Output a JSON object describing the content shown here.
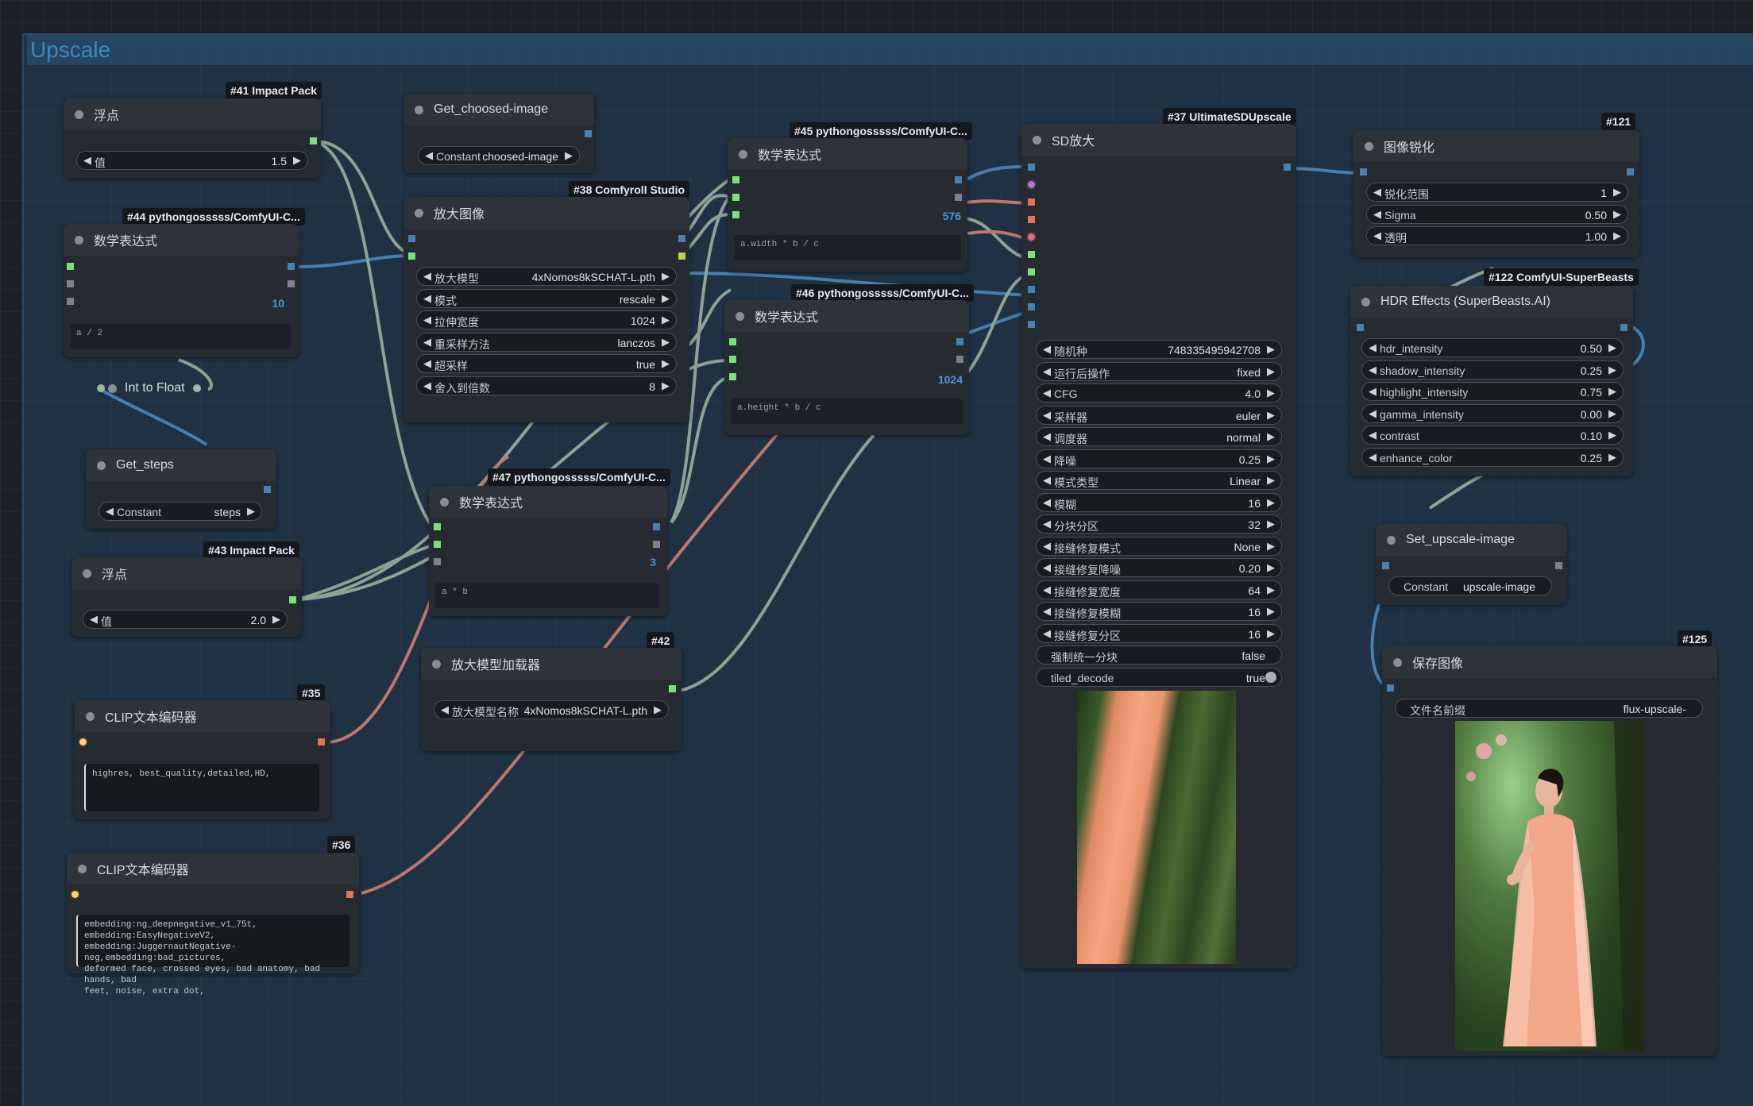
{
  "group": {
    "title": "Upscale"
  },
  "nodes": {
    "n41": {
      "badge": "#41 Impact Pack",
      "title": "浮点",
      "w_label": "值",
      "w_value": "1.5"
    },
    "getchoosed": {
      "title": "Get_choosed-image",
      "w_label": "Constant",
      "w_value": "choosed-image"
    },
    "n44": {
      "badge": "#44 pythongosssss/ComfyUI-C...",
      "title": "数学表达式",
      "out": "10",
      "expr": "a / 2"
    },
    "inttofloat": {
      "title": "Int to Float"
    },
    "getsteps": {
      "title": "Get_steps",
      "w_label": "Constant",
      "w_value": "steps"
    },
    "n43": {
      "badge": "#43 Impact Pack",
      "title": "浮点",
      "w_label": "值",
      "w_value": "2.0"
    },
    "n38": {
      "badge": "#38 Comfyroll Studio",
      "title": "放大图像",
      "widgets": [
        {
          "label": "放大模型",
          "value": "4xNomos8kSCHAT-L.pth"
        },
        {
          "label": "模式",
          "value": "rescale"
        },
        {
          "label": "拉伸宽度",
          "value": "1024"
        },
        {
          "label": "重采样方法",
          "value": "lanczos"
        },
        {
          "label": "超采样",
          "value": "true"
        },
        {
          "label": "舍入到倍数",
          "value": "8"
        }
      ]
    },
    "n47": {
      "badge": "#47 pythongosssss/ComfyUI-C...",
      "title": "数学表达式",
      "out": "3",
      "expr": "a * b"
    },
    "n42": {
      "badge": "#42",
      "title": "放大模型加载器",
      "w_label": "放大模型名称",
      "w_value": "4xNomos8kSCHAT-L.pth"
    },
    "n35": {
      "badge": "#35",
      "title": "CLIP文本编码器",
      "text": "highres, best_quality,detailed,HD,"
    },
    "n36": {
      "badge": "#36",
      "title": "CLIP文本编码器",
      "text": "embedding:ng_deepnegative_v1_75t, embedding:EasyNegativeV2,\nembedding:JuggernautNegative-neg,embedding:bad_pictures,\ndeformed face, crossed eyes, bad anatomy, bad hands, bad\nfeet, noise, extra dot,"
    },
    "n45": {
      "badge": "#45 pythongosssss/ComfyUI-C...",
      "title": "数学表达式",
      "out": "576",
      "expr": "a.width * b / c"
    },
    "n46": {
      "badge": "#46 pythongosssss/ComfyUI-C...",
      "title": "数学表达式",
      "out": "1024",
      "expr": "a.height * b / c"
    },
    "n37": {
      "badge": "#37 UltimateSDUpscale",
      "title": "SD放大",
      "widgets": [
        {
          "label": "随机种",
          "value": "748335495942708"
        },
        {
          "label": "运行后操作",
          "value": "fixed"
        },
        {
          "label": "CFG",
          "value": "4.0"
        },
        {
          "label": "采样器",
          "value": "euler"
        },
        {
          "label": "调度器",
          "value": "normal"
        },
        {
          "label": "降噪",
          "value": "0.25"
        },
        {
          "label": "模式类型",
          "value": "Linear"
        },
        {
          "label": "模糊",
          "value": "16"
        },
        {
          "label": "分块分区",
          "value": "32"
        },
        {
          "label": "接缝修复模式",
          "value": "None"
        },
        {
          "label": "接缝修复降噪",
          "value": "0.20"
        },
        {
          "label": "接缝修复宽度",
          "value": "64"
        },
        {
          "label": "接缝修复模糊",
          "value": "16"
        },
        {
          "label": "接缝修复分区",
          "value": "16"
        }
      ],
      "toggles": [
        {
          "label": "强制统一分块",
          "value": "false"
        },
        {
          "label": "tiled_decode",
          "value": "true"
        }
      ]
    },
    "n121": {
      "badge": "#121",
      "title": "图像锐化",
      "widgets": [
        {
          "label": "锐化范围",
          "value": "1"
        },
        {
          "label": "Sigma",
          "value": "0.50"
        },
        {
          "label": "透明",
          "value": "1.00"
        }
      ]
    },
    "n122": {
      "badge": "#122 ComfyUI-SuperBeasts",
      "title": "HDR Effects (SuperBeasts.AI)",
      "widgets": [
        {
          "label": "hdr_intensity",
          "value": "0.50"
        },
        {
          "label": "shadow_intensity",
          "value": "0.25"
        },
        {
          "label": "highlight_intensity",
          "value": "0.75"
        },
        {
          "label": "gamma_intensity",
          "value": "0.00"
        },
        {
          "label": "contrast",
          "value": "0.10"
        },
        {
          "label": "enhance_color",
          "value": "0.25"
        }
      ]
    },
    "setupscale": {
      "title": "Set_upscale-image",
      "w_label": "Constant",
      "w_value": "upscale-image"
    },
    "n125": {
      "badge": "#125",
      "title": "保存图像",
      "w_label": "文件名前缀",
      "w_value": "flux-upscale-"
    }
  },
  "colors": {
    "image_link": "#5b97c9",
    "float_link": "#9fb8a4",
    "cond_link": "#d98477",
    "model_link": "#8fb5a0"
  }
}
